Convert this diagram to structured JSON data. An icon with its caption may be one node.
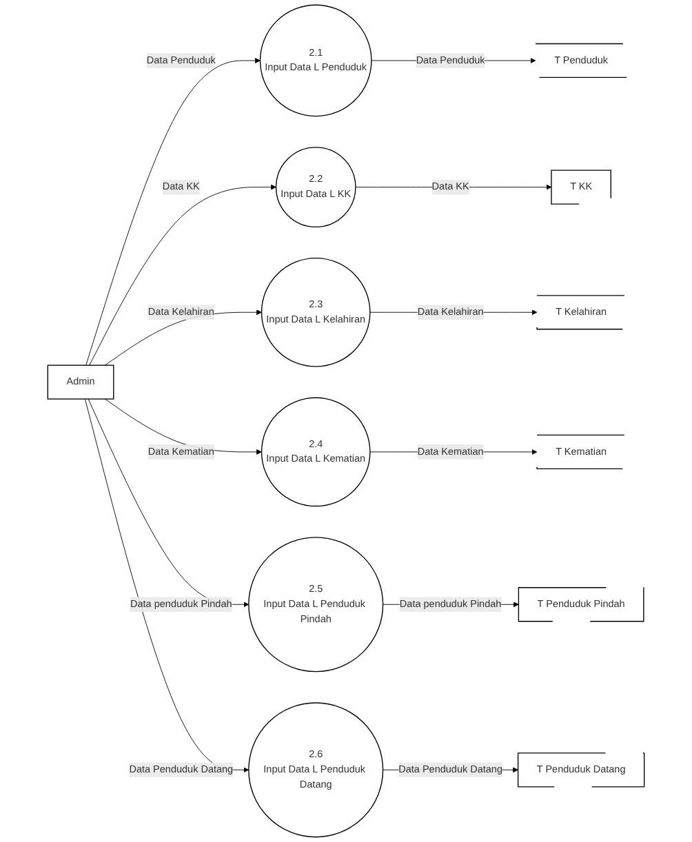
{
  "diagram": {
    "nodes": [
      {
        "text": [
          "Admin"
        ]
      },
      {
        "text": [
          "2.1",
          "Input Data L Penduduk"
        ]
      },
      {
        "text": [
          "2.2",
          "Input Data L KK"
        ]
      },
      {
        "text": [
          "2.3",
          "Input Data L Kelahiran"
        ]
      },
      {
        "text": [
          "2.4",
          "Input Data L Kematian"
        ]
      },
      {
        "text": [
          "2.5",
          "Input Data L Penduduk Pindah"
        ]
      },
      {
        "text": [
          "2.6",
          "Input Data L Penduduk Datang"
        ]
      },
      {
        "text": [
          "T Penduduk"
        ]
      },
      {
        "text": [
          "T KK"
        ]
      },
      {
        "text": [
          "T Kelahiran"
        ]
      },
      {
        "text": [
          "T Kematian"
        ]
      },
      {
        "text": [
          "T Penduduk Pindah"
        ]
      },
      {
        "text": [
          "T Penduduk Datang"
        ]
      }
    ],
    "edges": [
      {
        "from": 0,
        "to": 1,
        "arrow": "to",
        "label": "Data Penduduk"
      },
      {
        "from": 1,
        "to": 7,
        "arrow": "to",
        "label": "Data Penduduk"
      },
      {
        "from": 0,
        "to": 2,
        "arrow": "to",
        "label": "Data KK"
      },
      {
        "from": 2,
        "to": 8,
        "arrow": "to",
        "label": "Data KK"
      },
      {
        "from": 0,
        "to": 3,
        "arrow": "to",
        "label": "Data Kelahiran"
      },
      {
        "from": 3,
        "to": 9,
        "arrow": "to",
        "label": "Data Kelahiran"
      },
      {
        "from": 0,
        "to": 4,
        "arrow": "to",
        "label": "Data Kematian"
      },
      {
        "from": 4,
        "to": 10,
        "arrow": "to",
        "label": "Data Kematian"
      },
      {
        "from": 0,
        "to": 5,
        "arrow": "to",
        "label": "Data penduduk Pindah"
      },
      {
        "from": 5,
        "to": 11,
        "arrow": "to",
        "label": "Data penduduk Pindah"
      },
      {
        "from": 0,
        "to": 6,
        "arrow": "to",
        "label": "Data Penduduk Datang"
      },
      {
        "from": 6,
        "to": 12,
        "arrow": "to",
        "label": "Data Penduduk Datang"
      }
    ]
  }
}
